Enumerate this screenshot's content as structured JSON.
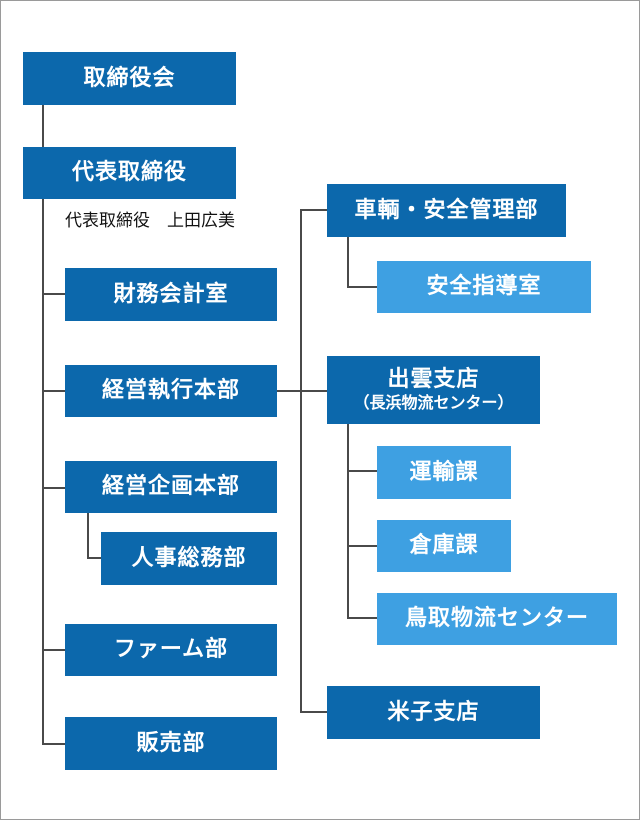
{
  "board": {
    "label": "取締役会"
  },
  "ceo": {
    "label": "代表取締役",
    "caption": "代表取締役　上田広美"
  },
  "left_departments": [
    {
      "label": "財務会計室"
    },
    {
      "label": "経営執行本部"
    },
    {
      "label": "経営企画本部"
    },
    {
      "label": "人事総務部"
    },
    {
      "label": "ファーム部"
    },
    {
      "label": "販売部"
    }
  ],
  "right_departments": {
    "vehicle_safety": {
      "label": "車輌・安全管理部"
    },
    "safety_guidance": {
      "label": "安全指導室"
    },
    "izumo_branch": {
      "label": "出雲支店",
      "sublabel": "（長浜物流センター）"
    },
    "transport_section": {
      "label": "運輸課"
    },
    "warehouse_section": {
      "label": "倉庫課"
    },
    "tottori_center": {
      "label": "鳥取物流センター"
    },
    "yonago_branch": {
      "label": "米子支店"
    }
  },
  "colors": {
    "dark_box": "#0c68ac",
    "light_box": "#3ea0e2",
    "connector": "#4a4a4a"
  }
}
